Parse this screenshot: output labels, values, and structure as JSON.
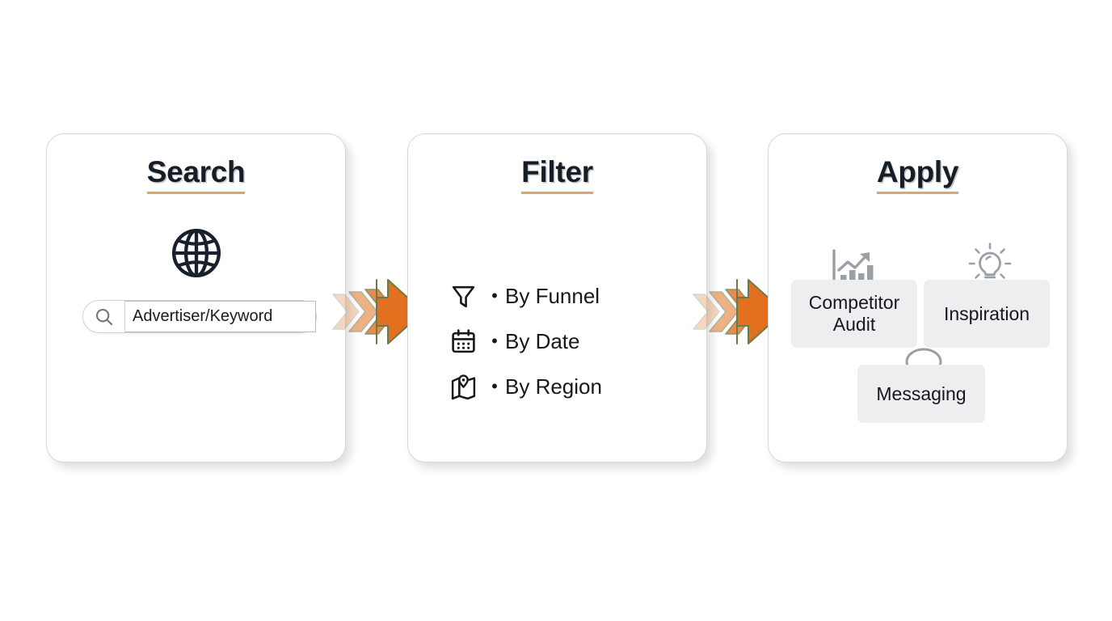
{
  "diagram": {
    "background": "#ffffff",
    "accent_orange": "#e2701f",
    "underline_color": "#d9a76a",
    "tile_background": "#eceef0",
    "title_color": "#151d26"
  },
  "steps": [
    {
      "id": "search",
      "title": "Search",
      "globe_icon": "globe-icon",
      "search": {
        "icon": "search-icon",
        "value": "Advertiser/Keyword",
        "placeholder": "Advertiser/Keyword"
      }
    },
    {
      "id": "filter",
      "title": "Filter",
      "options": [
        {
          "icon": "funnel-icon",
          "bullet": "•",
          "label": "By Funnel"
        },
        {
          "icon": "calendar-icon",
          "bullet": "•",
          "label": "By Date"
        },
        {
          "icon": "map-pin-icon",
          "bullet": "•",
          "label": "By Region"
        }
      ]
    },
    {
      "id": "apply",
      "title": "Apply",
      "tiles": [
        {
          "icon": "bar-chart-growth-icon",
          "label": "Competitor Audit"
        },
        {
          "icon": "lightbulb-icon",
          "label": "Inspiration"
        },
        {
          "icon": "speech-bubble-icon",
          "label": "Messaging"
        }
      ]
    }
  ],
  "connectors": [
    {
      "id": "arrow-search-to-filter",
      "icon": "arrow-right-icon"
    },
    {
      "id": "arrow-filter-to-apply",
      "icon": "arrow-right-icon"
    }
  ]
}
